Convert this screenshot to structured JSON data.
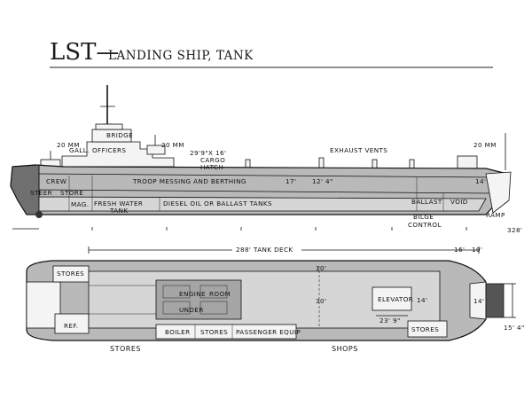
{
  "title": {
    "main": "LST—",
    "sub": "LANDING SHIP, TANK"
  },
  "profile": {
    "gun_20mm_left": "20 MM",
    "gun_20mm_mid": "20 MM",
    "gun_20mm_right": "20 MM",
    "bridge": "BRIDGE",
    "gall": "GALL.",
    "officers": "OFFICERS",
    "cargo_hatch_dim": "29'9\"X 16'",
    "cargo_hatch_1": "CARGO",
    "cargo_hatch_2": "HATCH",
    "exhaust_vents": "EXHAUST VENTS",
    "crew": "CREW",
    "troop": "TROOP MESSING AND BERTHING",
    "troop_17": "17'",
    "troop_12": "12' 4\"",
    "steer": "STEER",
    "store": "STORE",
    "mag": "MAG.",
    "fresh_water_1": "FRESH WATER",
    "fresh_water_2": "TANK",
    "diesel": "DIESEL OIL OR BALLAST TANKS",
    "ballast": "BALLAST",
    "void": "VOID",
    "bilge_1": "BILGE",
    "bilge_2": "CONTROL",
    "ramp": "RAMP",
    "bow_14": "14'",
    "overall_328": "328'"
  },
  "plan": {
    "tank_deck": "288' TANK DECK",
    "fwd_16": "16'",
    "fwd_10": "10'",
    "width_10": "10'",
    "width_30": "30'",
    "stores_top_left": "STORES",
    "ref": "REF.",
    "engine": "ENGINE",
    "room": "ROOM",
    "under": "UNDER",
    "elevator": "ELEVATOR",
    "elev_14": "14'",
    "elev_23": "23' 9\"",
    "boiler": "BOILER",
    "stores_mid": "STORES",
    "passenger_equip": "PASSENGER EQUIP",
    "stores_right": "STORES",
    "ramp_14": "14'",
    "ramp_15": "15' 4\"",
    "stores_bottom": "STORES",
    "shops": "SHOPS"
  }
}
